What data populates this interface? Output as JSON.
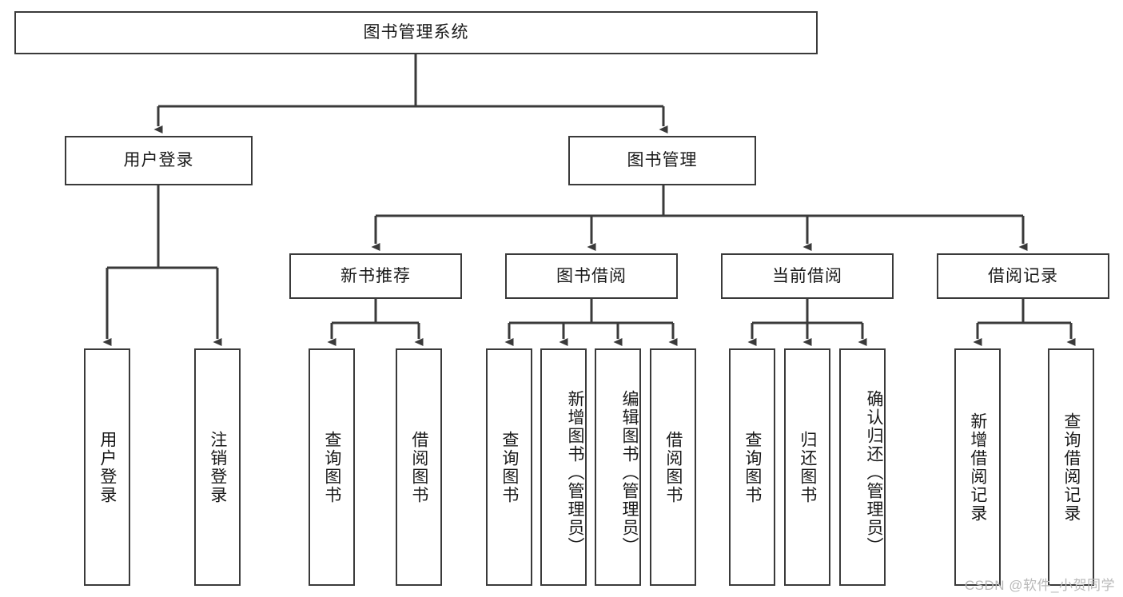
{
  "diagram": {
    "title": "图书管理系统",
    "type": "hierarchical-tree",
    "root": {
      "label": "图书管理系统"
    },
    "level2": [
      {
        "label": "用户登录"
      },
      {
        "label": "图书管理"
      }
    ],
    "level3": [
      {
        "label": "新书推荐"
      },
      {
        "label": "图书借阅"
      },
      {
        "label": "当前借阅"
      },
      {
        "label": "借阅记录"
      }
    ],
    "leaves": {
      "user_login": [
        {
          "label": "用户登录"
        },
        {
          "label": "注销登录"
        }
      ],
      "new_book_recommend": [
        {
          "label": "查询图书"
        },
        {
          "label": "借阅图书"
        }
      ],
      "book_borrow": [
        {
          "label": "查询图书"
        },
        {
          "label": "新增图书（管理员）"
        },
        {
          "label": "编辑图书（管理员）"
        },
        {
          "label": "借阅图书"
        }
      ],
      "current_borrow": [
        {
          "label": "查询图书"
        },
        {
          "label": "归还图书"
        },
        {
          "label": "确认归还（管理员）"
        }
      ],
      "borrow_record": [
        {
          "label": "新增借阅记录"
        },
        {
          "label": "查询借阅记录"
        }
      ]
    }
  },
  "watermark": {
    "text": "CSDN @软件_小贺同学"
  },
  "colors": {
    "stroke": "#3a3a3a",
    "text": "#1a1a1a",
    "background": "#ffffff",
    "watermark": "#b9b9b9"
  }
}
